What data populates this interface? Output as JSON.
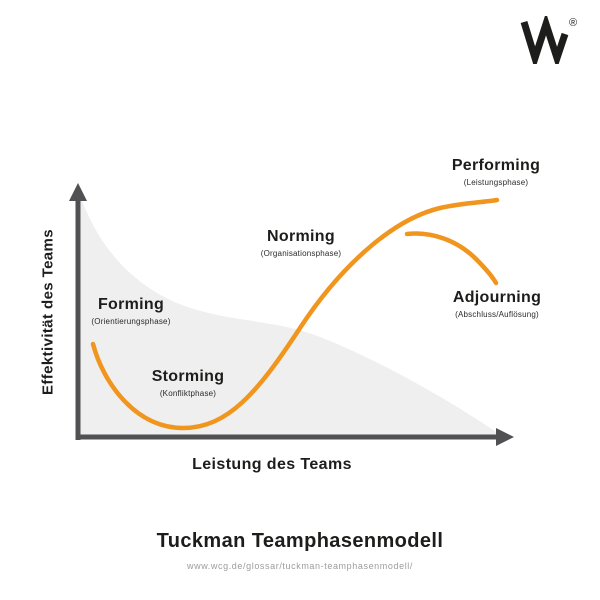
{
  "logo": {
    "letter": "W",
    "registered_mark": "®"
  },
  "axes": {
    "y_label": "Effektivität des Teams",
    "x_label": "Leistung des Teams"
  },
  "phases": [
    {
      "name": "Forming",
      "subtitle": "(Orientierungsphase)"
    },
    {
      "name": "Storming",
      "subtitle": "(Konfliktphase)"
    },
    {
      "name": "Norming",
      "subtitle": "(Organisationsphase)"
    },
    {
      "name": "Performing",
      "subtitle": "(Leistungsphase)"
    },
    {
      "name": "Adjourning",
      "subtitle": "(Abschluss/Auflösung)"
    }
  ],
  "footer": {
    "title": "Tuckman Teamphasenmodell",
    "url": "www.wcg.de/glossar/tuckman-teamphasenmodell/"
  },
  "colors": {
    "accent_orange": "#F0951E",
    "area_gray": "#EFEFEF",
    "axis_gray": "#515154",
    "logo_black": "#1D1D1B"
  }
}
